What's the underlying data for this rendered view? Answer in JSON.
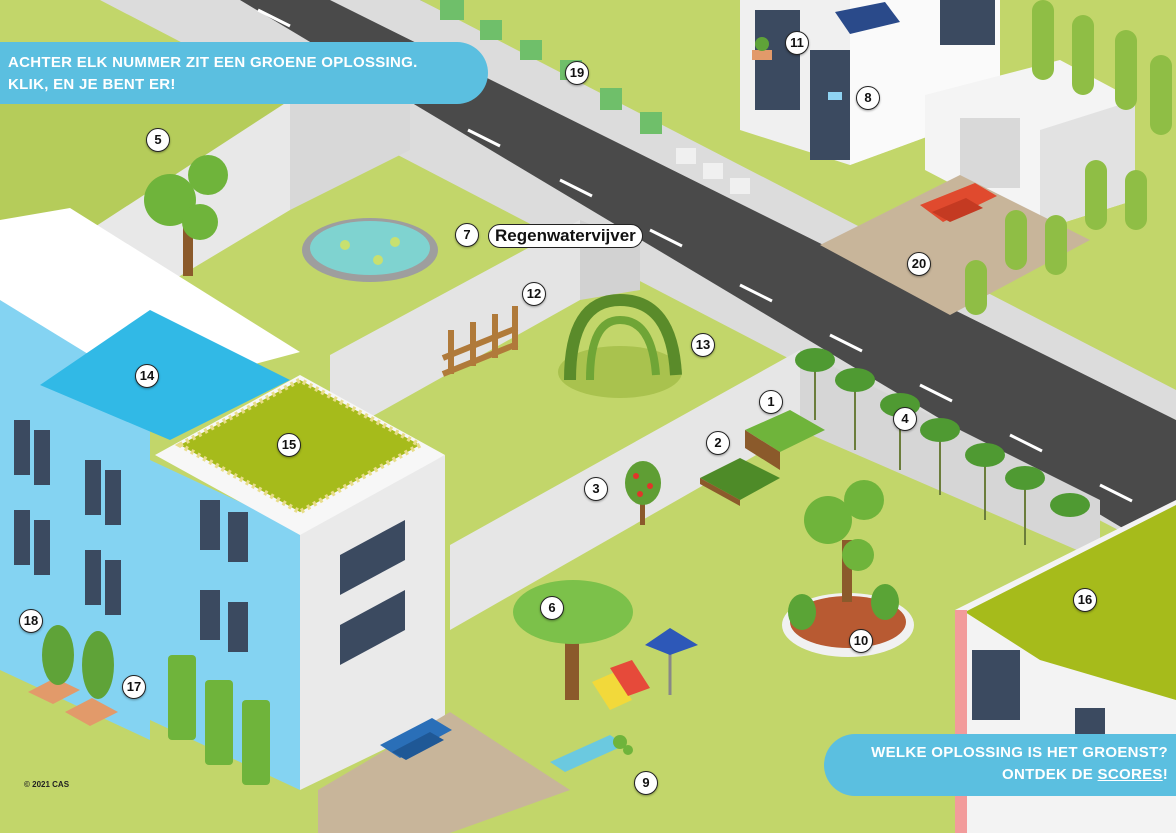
{
  "banner_top": {
    "line1": "ACHTER ELK NUMMER ZIT EEN GROENE OPLOSSING.",
    "line2": "KLIK, EN JE BENT ER!"
  },
  "banner_bottom": {
    "line1": "WELKE OPLOSSING IS HET GROENST?",
    "line2_prefix": "ONTDEK DE ",
    "scores_link": "SCORES",
    "line2_suffix": "!"
  },
  "copyright": "© 2021 CAS",
  "markers": [
    {
      "id": "marker-1",
      "label": "1"
    },
    {
      "id": "marker-2",
      "label": "2"
    },
    {
      "id": "marker-3",
      "label": "3"
    },
    {
      "id": "marker-4",
      "label": "4"
    },
    {
      "id": "marker-5",
      "label": "5"
    },
    {
      "id": "marker-6",
      "label": "6"
    },
    {
      "id": "marker-7",
      "label": "7"
    },
    {
      "id": "marker-8",
      "label": "8"
    },
    {
      "id": "marker-9",
      "label": "9"
    },
    {
      "id": "marker-10",
      "label": "10"
    },
    {
      "id": "marker-11",
      "label": "11"
    },
    {
      "id": "marker-12",
      "label": "12"
    },
    {
      "id": "marker-13",
      "label": "13"
    },
    {
      "id": "marker-14",
      "label": "14"
    },
    {
      "id": "marker-15",
      "label": "15"
    },
    {
      "id": "marker-16",
      "label": "16"
    },
    {
      "id": "marker-17",
      "label": "17"
    },
    {
      "id": "marker-18",
      "label": "18"
    },
    {
      "id": "marker-19",
      "label": "19"
    },
    {
      "id": "marker-20",
      "label": "20"
    }
  ],
  "tooltip_label": "Regenwatervijver",
  "colors": {
    "grass": "#c2d66a",
    "wall": "#e6e6e6",
    "road": "#4a4a4a",
    "banner": "#5bbfe0",
    "pond": "#7fd3d0",
    "roof_water": "#31b9e6",
    "green_roof": "#a6bb1b",
    "facade_blue": "#84d3f2"
  }
}
